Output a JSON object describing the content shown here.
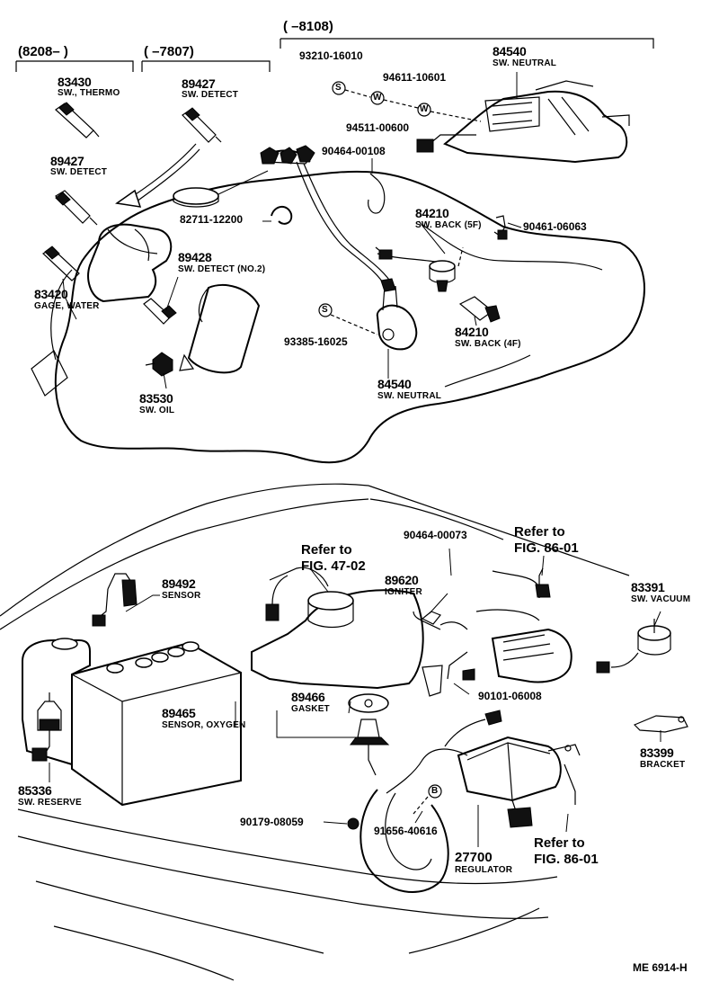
{
  "brackets": {
    "left": "(8208–      )",
    "middle": "(      –7807)",
    "top": "(      –8108)"
  },
  "parts": [
    {
      "id": "p83430",
      "number": "83430",
      "name": "SW., THERMO"
    },
    {
      "id": "p89427a",
      "number": "89427",
      "name": "SW. DETECT"
    },
    {
      "id": "p89427b",
      "number": "89427",
      "name": "SW. DETECT"
    },
    {
      "id": "p89428",
      "number": "89428",
      "name": "SW. DETECT (NO.2)"
    },
    {
      "id": "p83420",
      "number": "83420",
      "name": "GAGE, WATER"
    },
    {
      "id": "p83530",
      "number": "83530",
      "name": "SW. OIL"
    },
    {
      "id": "p93210",
      "number": "93210-16010",
      "name": ""
    },
    {
      "id": "p94611",
      "number": "94611-10601",
      "name": ""
    },
    {
      "id": "p94511",
      "number": "94511-00600",
      "name": ""
    },
    {
      "id": "p84540a",
      "number": "84540",
      "name": "SW. NEUTRAL"
    },
    {
      "id": "p90464a",
      "number": "90464-00108",
      "name": ""
    },
    {
      "id": "p82711",
      "number": "82711-12200",
      "name": ""
    },
    {
      "id": "p84210a",
      "number": "84210",
      "name": "SW. BACK (5F)"
    },
    {
      "id": "p90461",
      "number": "90461-06063",
      "name": ""
    },
    {
      "id": "p84210b",
      "number": "84210",
      "name": "SW. BACK (4F)"
    },
    {
      "id": "p93385",
      "number": "93385-16025",
      "name": ""
    },
    {
      "id": "p84540b",
      "number": "84540",
      "name": "SW. NEUTRAL"
    },
    {
      "id": "p90464b",
      "number": "90464-00073",
      "name": ""
    },
    {
      "id": "p89492",
      "number": "89492",
      "name": "SENSOR"
    },
    {
      "id": "p89620",
      "number": "89620",
      "name": "IGNITER"
    },
    {
      "id": "p83391",
      "number": "83391",
      "name": "SW. VACUUM"
    },
    {
      "id": "p90101",
      "number": "90101-06008",
      "name": ""
    },
    {
      "id": "p89466",
      "number": "89466",
      "name": "GASKET"
    },
    {
      "id": "p89465",
      "number": "89465",
      "name": "SENSOR, OXYGEN"
    },
    {
      "id": "p83399",
      "number": "83399",
      "name": "BRACKET"
    },
    {
      "id": "p85336",
      "number": "85336",
      "name": "SW. RESERVE"
    },
    {
      "id": "p90179",
      "number": "90179-08059",
      "name": ""
    },
    {
      "id": "p91656",
      "number": "91656-40616",
      "name": ""
    },
    {
      "id": "p27700",
      "number": "27700",
      "name": "REGULATOR"
    }
  ],
  "refs": {
    "fig4702": {
      "line1": "Refer to",
      "line2": "FIG. 47-02"
    },
    "fig8601a": {
      "line1": "Refer to",
      "line2": "FIG. 86-01"
    },
    "fig8601b": {
      "line1": "Refer to",
      "line2": "FIG. 86-01"
    }
  },
  "symbols": {
    "s": "S",
    "w": "W",
    "b": "B"
  },
  "footer_code": "ME  6914-H"
}
